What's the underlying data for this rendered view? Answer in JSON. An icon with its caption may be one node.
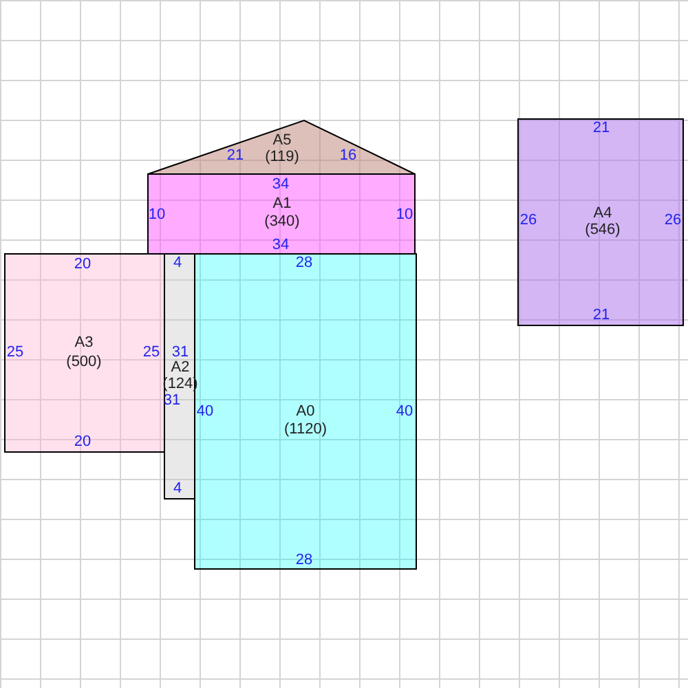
{
  "diagram": {
    "nodes": [
      {
        "text": [
          "A5",
          "(119)"
        ]
      },
      {
        "text": [
          "A1",
          "(340)"
        ]
      },
      {
        "text": [
          "A4",
          "(546)"
        ]
      },
      {
        "text": [
          "A3",
          "(500)"
        ]
      },
      {
        "text": [
          "A2",
          "(124)"
        ]
      },
      {
        "text": [
          "A0",
          "(1120)"
        ]
      }
    ],
    "edges": [],
    "labels": [
      "21",
      "16",
      "34",
      "10",
      "10",
      "34",
      "21",
      "26",
      "26",
      "21",
      "20",
      "25",
      "25",
      "4",
      "31",
      "31",
      "20",
      "28",
      "40",
      "40",
      "4",
      "28"
    ]
  }
}
